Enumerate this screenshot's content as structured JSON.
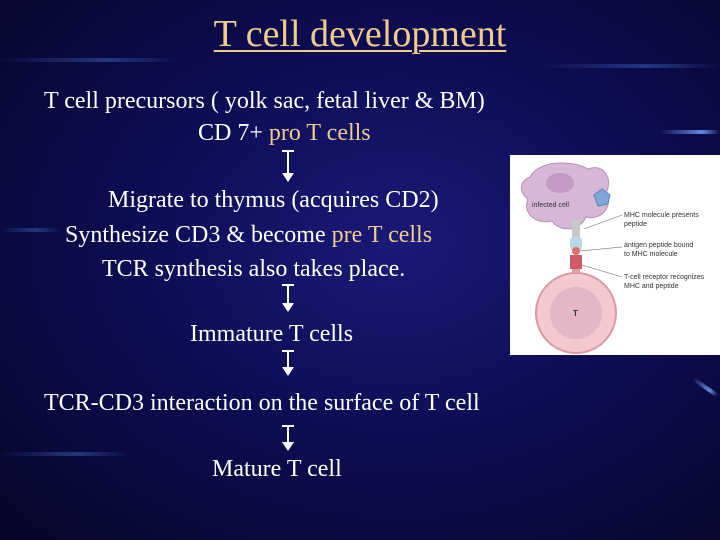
{
  "slide": {
    "title": "T cell development",
    "line1": "T cell precursors ( yolk sac, fetal liver & BM)",
    "line2_a": "CD 7+ ",
    "line2_b": "pro T cells",
    "line3": "Migrate to thymus (acquires CD2)",
    "line4_a": "Synthesize CD3 & become ",
    "line4_b": "pre T cells",
    "line5": "TCR synthesis also takes place.",
    "line6": "Immature T cells",
    "line7": "TCR-CD3 interaction on the surface of T cell",
    "line8": "Mature T cell"
  },
  "figure": {
    "infected_cell_label": "infected cell",
    "mhc_label_1": "MHC molecule presents",
    "mhc_label_2": "peptide",
    "peptide_label_1": "antigen peptide bound",
    "peptide_label_2": "to MHC molecule",
    "tcr_label_1": "T-cell receptor recognizes",
    "tcr_label_2": "MHC and peptide",
    "tcell_label": "T"
  },
  "colors": {
    "background": "#0d0d55",
    "title": "#f0cc8c",
    "accent": "#f0cc8c",
    "text": "#ffffff"
  }
}
